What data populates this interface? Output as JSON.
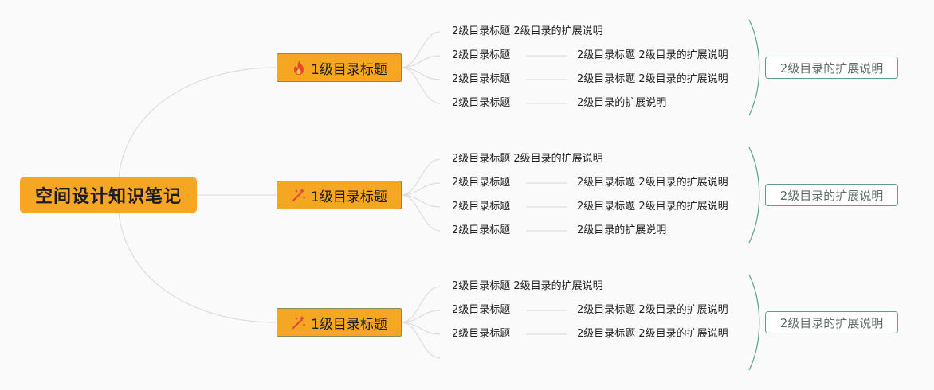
{
  "root": {
    "label": "空间设计知识笔记"
  },
  "branches": [
    {
      "icon": "fire-icon",
      "label": "1级目录标题",
      "items": [
        {
          "title": "2级目录标题 2级目录的扩展说明",
          "desc": ""
        },
        {
          "title": "2级目录标题",
          "desc": "2级目录标题 2级目录的扩展说明"
        },
        {
          "title": "2级目录标题",
          "desc": "2级目录标题 2级目录的扩展说明"
        },
        {
          "title": "2级目录标题",
          "desc": "2级目录的扩展说明"
        }
      ],
      "summary": "2级目录的扩展说明"
    },
    {
      "icon": "sparkle-icon",
      "label": "1级目录标题",
      "items": [
        {
          "title": "2级目录标题 2级目录的扩展说明",
          "desc": ""
        },
        {
          "title": "2级目录标题",
          "desc": "2级目录标题 2级目录的扩展说明"
        },
        {
          "title": "2级目录标题",
          "desc": "2级目录标题 2级目录的扩展说明"
        },
        {
          "title": "2级目录标题",
          "desc": "2级目录的扩展说明"
        }
      ],
      "summary": "2级目录的扩展说明"
    },
    {
      "icon": "sparkle-icon",
      "label": "1级目录标题",
      "items": [
        {
          "title": "2级目录标题 2级目录的扩展说明",
          "desc": ""
        },
        {
          "title": "2级目录标题",
          "desc": "2级目录标题 2级目录的扩展说明"
        },
        {
          "title": "2级目录标题",
          "desc": "2级目录标题 2级目录的扩展说明"
        },
        {
          "title": "",
          "desc": ""
        }
      ],
      "summary": "2级目录的扩展说明"
    }
  ],
  "colors": {
    "node_fill": "#f5a623",
    "connector": "#d8d8d8",
    "summary_accent": "#5f9f86",
    "fire": "#e8452c",
    "sparkle": "#e0473a"
  }
}
